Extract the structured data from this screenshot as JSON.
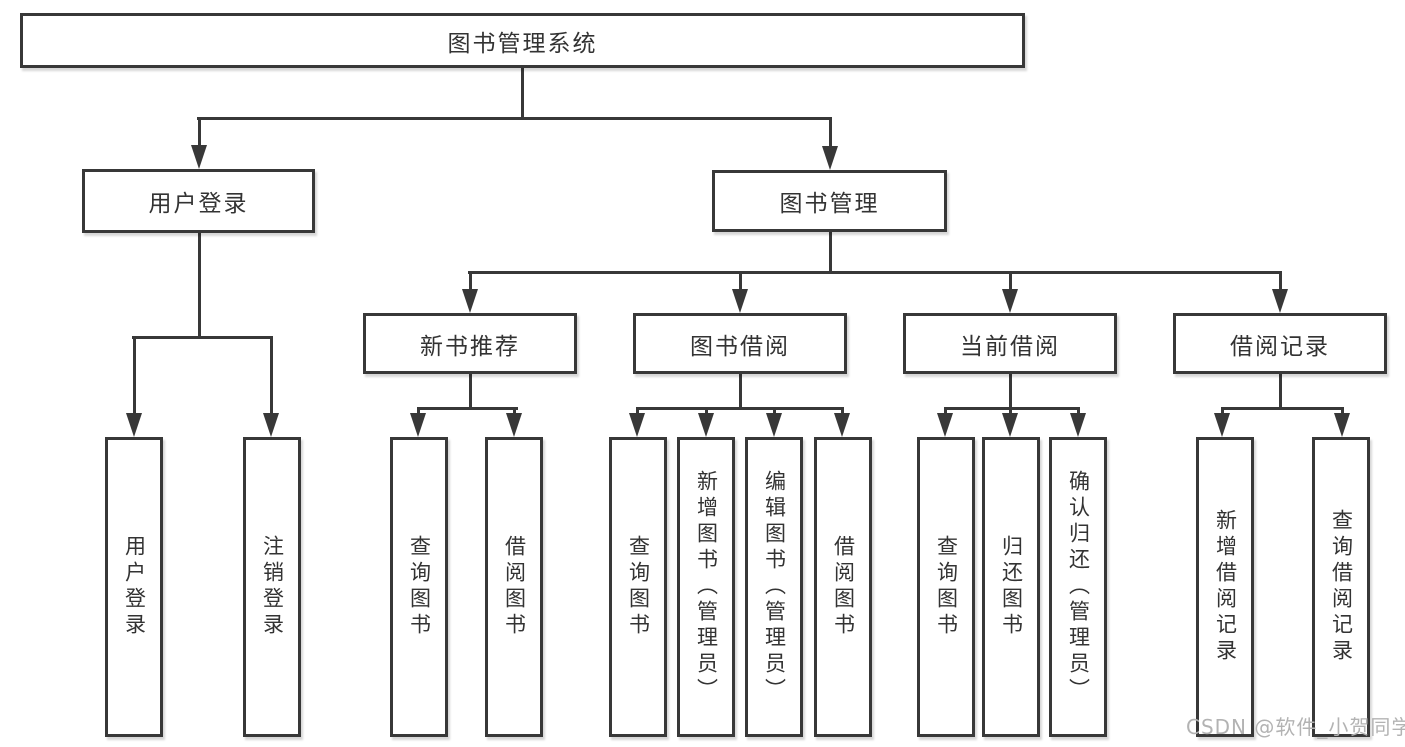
{
  "diagram": {
    "title": "图书管理系统",
    "root": {
      "label": "图书管理系统"
    },
    "level2": [
      {
        "label": "用户登录"
      },
      {
        "label": "图书管理"
      }
    ],
    "level3": [
      {
        "label": "新书推荐"
      },
      {
        "label": "图书借阅"
      },
      {
        "label": "当前借阅"
      },
      {
        "label": "借阅记录"
      }
    ],
    "leaves": [
      {
        "label": "用户登录"
      },
      {
        "label": "注销登录"
      },
      {
        "label": "查询图书"
      },
      {
        "label": "借阅图书"
      },
      {
        "label": "查询图书"
      },
      {
        "label": "新增图书（管理员）"
      },
      {
        "label": "编辑图书（管理员）"
      },
      {
        "label": "借阅图书"
      },
      {
        "label": "查询图书"
      },
      {
        "label": "归还图书"
      },
      {
        "label": "确认归还（管理员）"
      },
      {
        "label": "新增借阅记录"
      },
      {
        "label": "查询借阅记录"
      }
    ],
    "hierarchy": {
      "图书管理系统": {
        "用户登录": [
          "用户登录",
          "注销登录"
        ],
        "图书管理": {
          "新书推荐": [
            "查询图书",
            "借阅图书"
          ],
          "图书借阅": [
            "查询图书",
            "新增图书（管理员）",
            "编辑图书（管理员）",
            "借阅图书"
          ],
          "当前借阅": [
            "查询图书",
            "归还图书",
            "确认归还（管理员）"
          ],
          "借阅记录": [
            "新增借阅记录",
            "查询借阅记录"
          ]
        }
      }
    },
    "watermark": "CSDN @软件_小贺同学",
    "colors": {
      "line": "#383838",
      "text": "#333333",
      "background": "#ffffff",
      "watermark": "#b3b3b3"
    }
  }
}
